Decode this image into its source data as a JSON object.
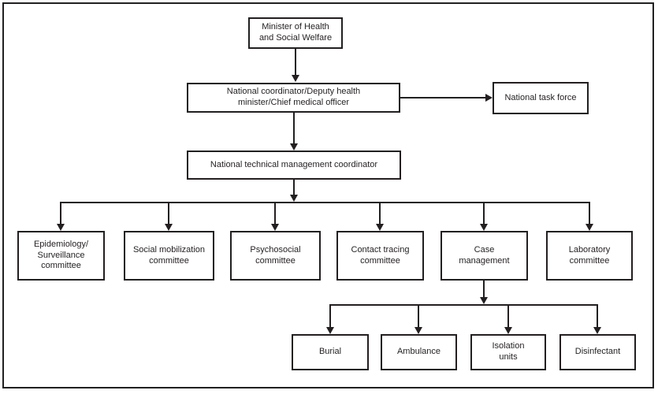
{
  "colors": {
    "line": "#231f20",
    "box_background": "#ffffff"
  },
  "nodes": {
    "minister": "Minister of Health\nand Social Welfare",
    "national_coordinator": "National coordinator/Deputy health\nminister/Chief medical officer",
    "national_task_force": "National task force",
    "technical_coordinator": "National technical management coordinator",
    "committees": [
      "Epidemiology/\nSurveillance\ncommittee",
      "Social mobilization\ncommittee",
      "Psychosocial\ncommittee",
      "Contact tracing\ncommittee",
      "Case\nmanagement",
      "Laboratory\ncommittee"
    ],
    "case_management_units": [
      "Burial",
      "Ambulance",
      "Isolation\nunits",
      "Disinfectant"
    ]
  }
}
